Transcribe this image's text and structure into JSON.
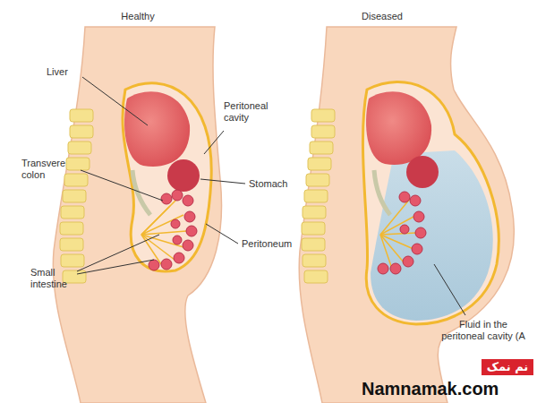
{
  "diagram": {
    "labels": [
      "Healthy",
      "Diseased",
      "Liver",
      "Peritoneal cavity",
      "Transvere colon",
      "Stomach",
      "Peritoneum",
      "Small intestine",
      "Fluid in the peritoneal cavity (A",
      "نم نمک",
      "Namnamak.com"
    ]
  }
}
